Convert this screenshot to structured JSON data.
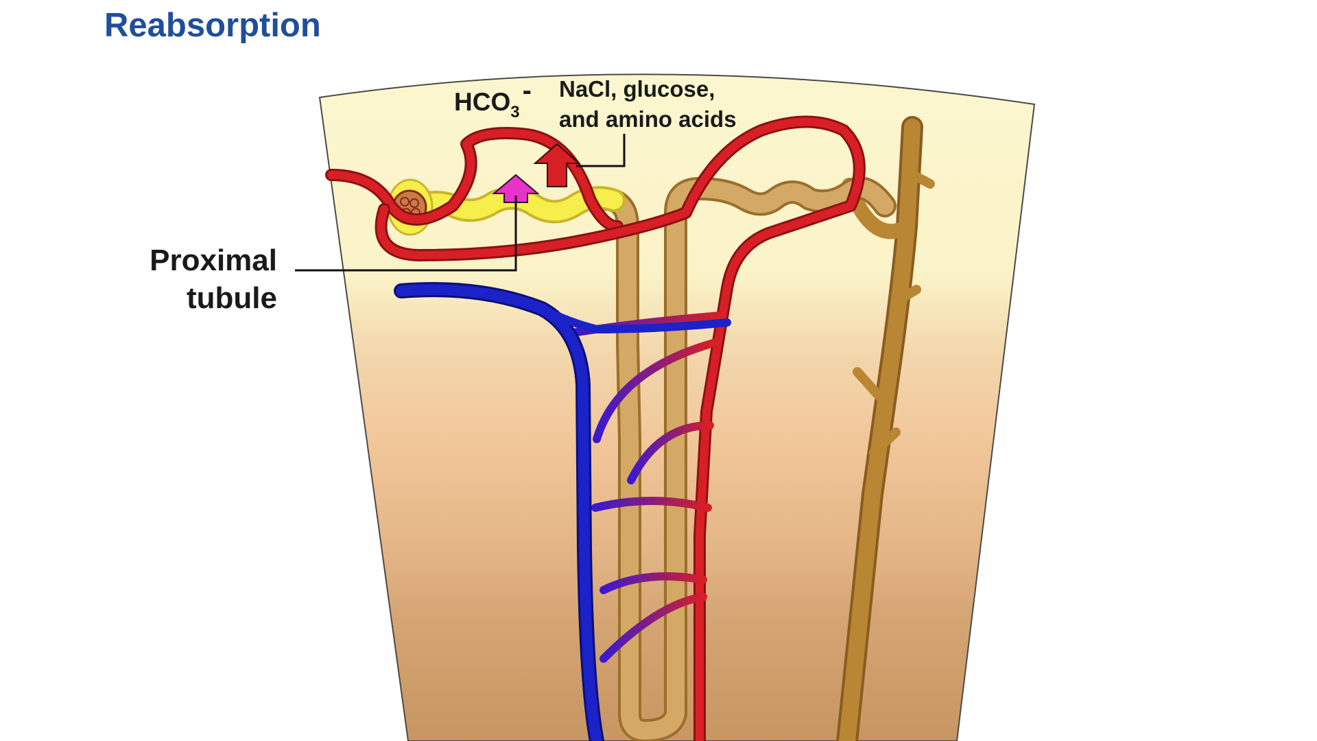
{
  "title": "Reabsorption",
  "labels": {
    "hco3_main": "HCO",
    "hco3_sub": "3",
    "hco3_sup": "-",
    "nacl_line1": "NaCl, glucose,",
    "nacl_line2": "and amino acids",
    "proximal_line1": "Proximal",
    "proximal_line2": "tubule"
  },
  "colors": {
    "title": "#1f4e9c",
    "artery": "#d81f26",
    "vein": "#1a22c8",
    "tubule_proximal": "#f3ec3a",
    "tubule": "#c99a4e",
    "collecting_duct": "#b98634",
    "hco3_arrow": "#e832c8",
    "nacl_arrow": "#d81f26",
    "tissue_top": "#fbf6cf",
    "tissue_bottom": "#c79661"
  }
}
